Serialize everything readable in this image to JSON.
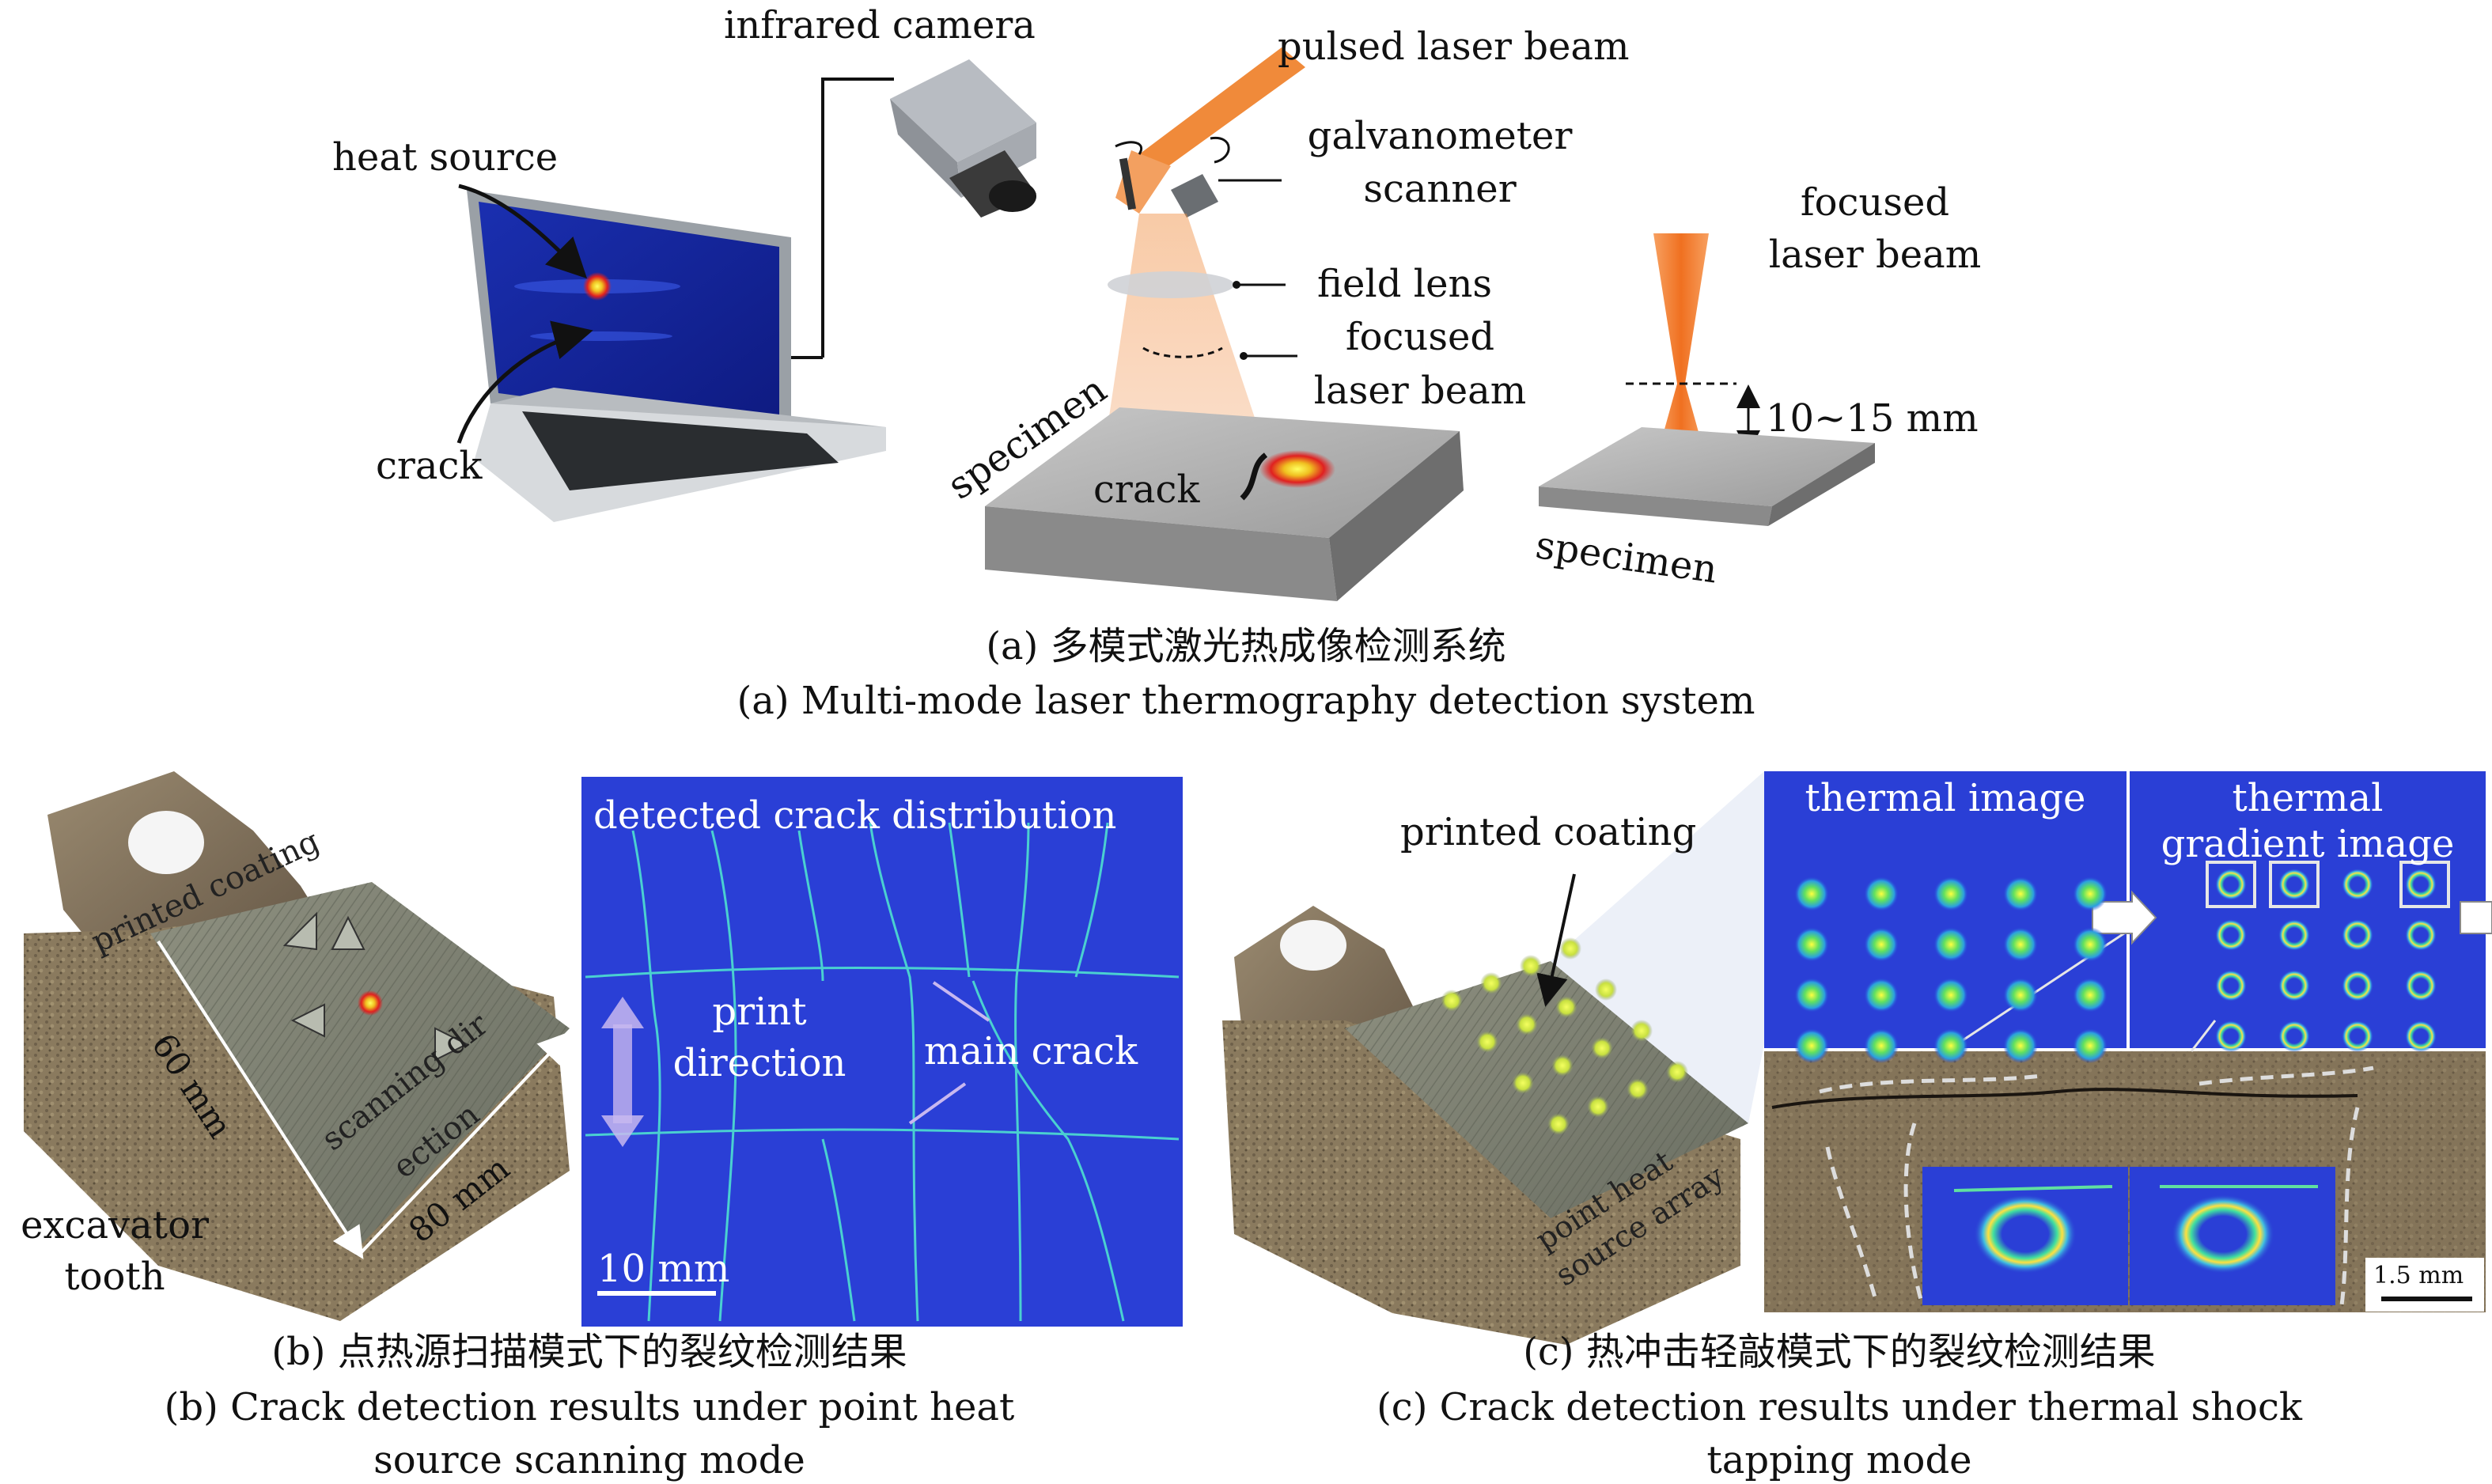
{
  "panel_a": {
    "labels": {
      "infrared_camera": "infrared camera",
      "pulsed_laser_beam": "pulsed laser beam",
      "heat_source": "heat source",
      "galvanometer_scanner_1": "galvanometer",
      "galvanometer_scanner_2": "scanner",
      "field_lens": "field lens",
      "focused_laser_beam_1": "focused",
      "focused_laser_beam_2": "laser beam",
      "focused_laser_beam_right_1": "focused",
      "focused_laser_beam_right_2": "laser beam",
      "crack_laptop": "crack",
      "crack_specimen": "crack",
      "specimen_left": "specimen",
      "specimen_right": "specimen",
      "focal_range": "10~15 mm"
    },
    "caption_cn": "(a) 多模式激光热成像检测系统",
    "caption_en": "(a) Multi-mode laser thermography detection system"
  },
  "panel_b": {
    "labels": {
      "printed_coating": "printed coating",
      "dim_60": "60 mm",
      "dim_80": "80 mm",
      "scanning_direction_1": "scanning dir",
      "scanning_direction_2": "ection",
      "excavator_tooth_1": "excavator",
      "excavator_tooth_2": "tooth",
      "detected_crack_distribution": "detected crack distribution",
      "print_direction_1": "print",
      "print_direction_2": "direction",
      "main_crack": "main crack",
      "scale_bar": "10 mm"
    },
    "caption_cn": "(b) 点热源扫描模式下的裂纹检测结果",
    "caption_en_1": "(b) Crack detection results under point heat",
    "caption_en_2": "source scanning mode"
  },
  "panel_c": {
    "labels": {
      "printed_coating": "printed coating",
      "point_heat_source_array_1": "point heat",
      "point_heat_source_array_2": "source array",
      "thermal_image": "thermal image",
      "thermal_gradient_image_1": "thermal",
      "thermal_gradient_image_2": "gradient image",
      "scale_bar": "1.5 mm"
    },
    "caption_cn": "(c) 热冲击轻敲模式下的裂纹检测结果",
    "caption_en_1": "(c) Crack detection results under thermal shock",
    "caption_en_2": "tapping mode"
  },
  "colors": {
    "thermal_blue": "#2a3fd6",
    "laser_orange": "#f39a4a",
    "hotspot_red": "#e02020",
    "hotspot_yellow": "#ffe640",
    "crack_cyan": "#4ee0d0",
    "tooth_brown": "#7d6d57"
  }
}
